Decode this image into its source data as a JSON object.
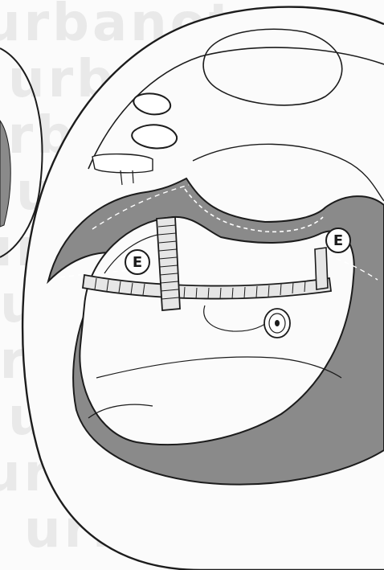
{
  "watermark": {
    "text": "urbanotur",
    "color": "#e9e9e9"
  },
  "illustration": {
    "callouts": [
      {
        "label": "E"
      },
      {
        "label": "E"
      }
    ],
    "colors": {
      "line": "#1c1c1c",
      "band_fill": "#8a8a8a",
      "strap_fill": "#e6e6e6",
      "background": "#fbfbfb"
    }
  }
}
